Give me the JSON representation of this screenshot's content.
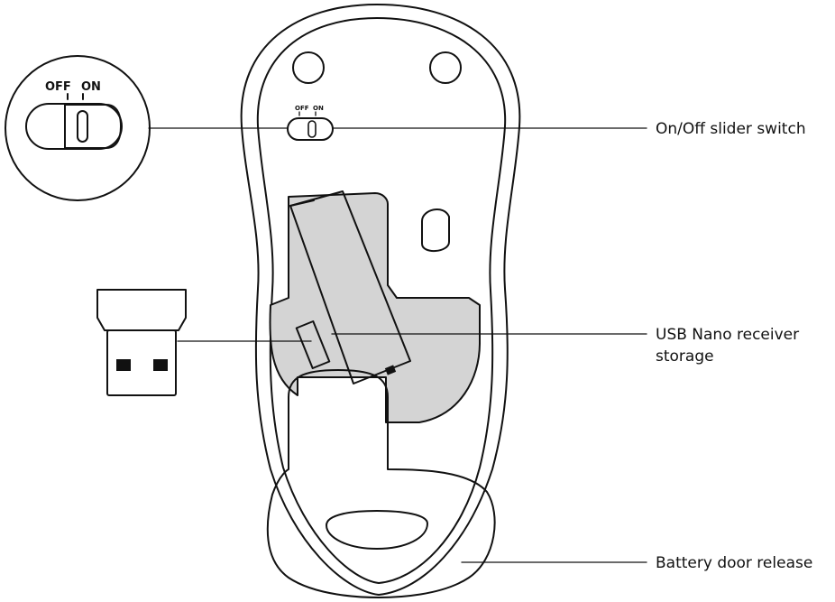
{
  "diagram": {
    "callouts": {
      "switch": "On/Off slider switch",
      "receiver_line1": "USB Nano receiver",
      "receiver_line2": "storage",
      "battery": "Battery door release"
    },
    "switch_labels": {
      "off": "OFF",
      "on": "ON"
    }
  },
  "colors": {
    "ink": "#111111",
    "compartment_fill": "#d4d4d4",
    "background": "#ffffff"
  }
}
